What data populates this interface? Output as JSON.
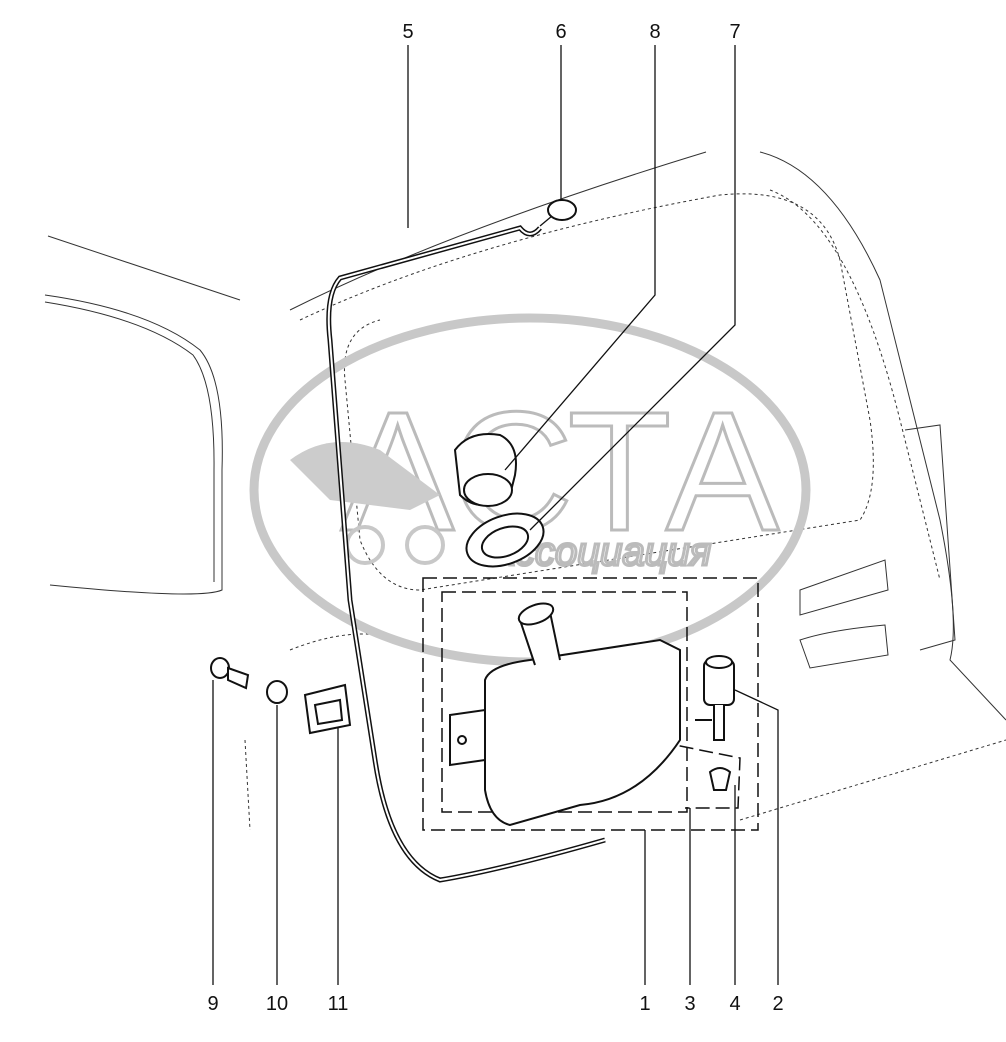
{
  "diagram": {
    "title": "Rear window washer reservoir assembly",
    "callouts_top": [
      "5",
      "6",
      "8",
      "7"
    ],
    "callouts_bottom": [
      "9",
      "10",
      "11",
      "1",
      "3",
      "4",
      "2"
    ],
    "watermark": {
      "line1": "АСТА",
      "line2": "Ассоциация"
    },
    "colors": {
      "line": "#111111",
      "watermark": "#c8c8c8"
    }
  }
}
